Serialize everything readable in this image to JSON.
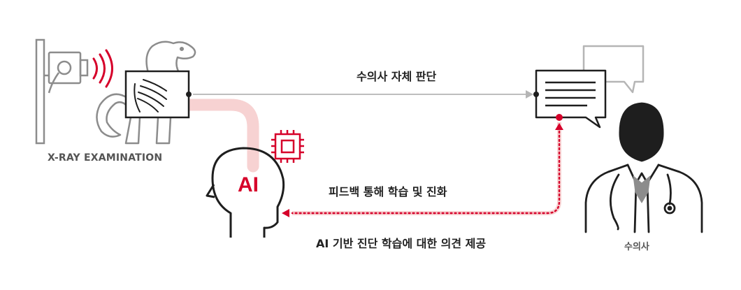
{
  "labels": {
    "xray": "X-RAY EXAMINATION",
    "direct_judgment": "수의사 자체 판단",
    "feedback": "피드백 통해 학습 및 진화",
    "ai_opinion": "AI 기반 진단 학습에 대한 의견 제공",
    "vet": "수의사",
    "ai": "AI"
  },
  "colors": {
    "accent_red": "#d6002a",
    "pink_path": "#f7d2d2",
    "gray_line": "#b5b5b5",
    "icon_gray": "#8c8c8c",
    "dark": "#1e1e1e"
  },
  "icons": [
    "xray-machine-icon",
    "dog-icon",
    "radio-waves-icon",
    "chest-xray-panel",
    "chip-icon",
    "ai-head-icon",
    "speech-bubble-icon",
    "veterinarian-icon"
  ]
}
